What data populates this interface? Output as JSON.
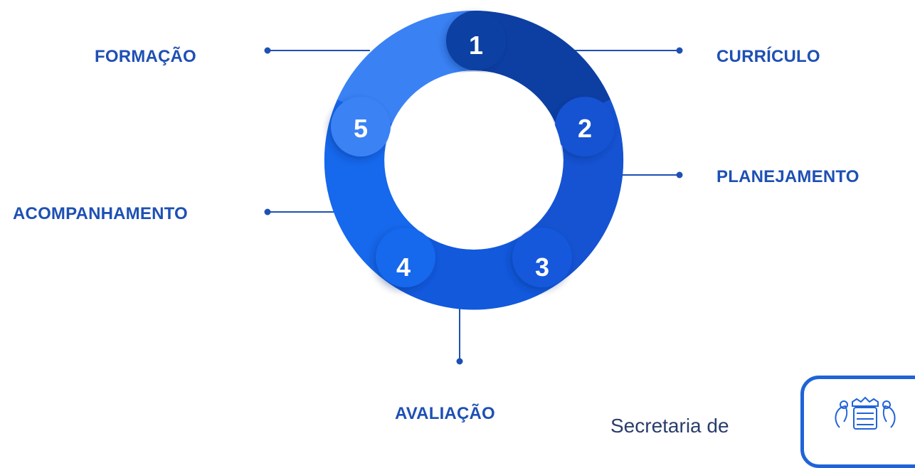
{
  "cycle": {
    "steps": [
      {
        "number": "1",
        "label": "CURRÍCULO"
      },
      {
        "number": "2",
        "label": "PLANEJAMENTO"
      },
      {
        "number": "3",
        "label": "AVALIAÇÃO"
      },
      {
        "number": "4",
        "label": "ACOMPANHAMENTO"
      },
      {
        "number": "5",
        "label": "FORMAÇÃO"
      }
    ],
    "colors": {
      "ring_light": "#3a86f4",
      "ring_mid": "#1565e8",
      "ring_dark": "#0d3fa3",
      "line": "#1e50b4",
      "label": "#1e50b4"
    }
  },
  "footer": {
    "text": "Secretaria de"
  }
}
